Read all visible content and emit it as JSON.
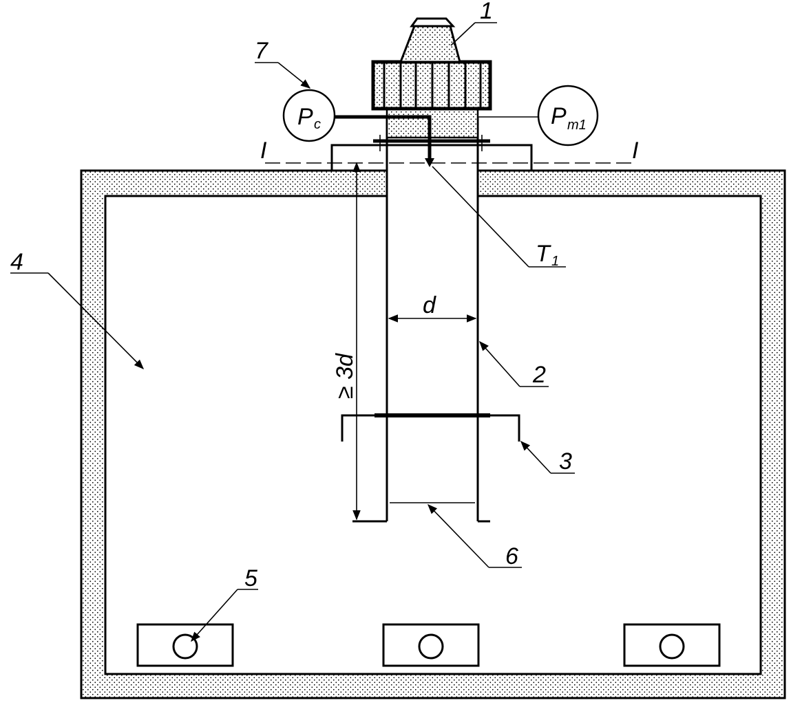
{
  "labels": {
    "item_1": "1",
    "item_2": "2",
    "item_3": "3",
    "item_4": "4",
    "item_5": "5",
    "item_6": "6",
    "item_7": "7",
    "pc_main": "P",
    "pc_sub": "c",
    "pm_main": "P",
    "pm_sub": "m1",
    "t1_main": "T",
    "t1_sub": "1",
    "diameter": "d",
    "height": "≥ 3d",
    "section_left": "I",
    "section_right": "I"
  },
  "colors": {
    "line": "#000000",
    "background": "#ffffff",
    "insulation_dots": "#000000"
  }
}
